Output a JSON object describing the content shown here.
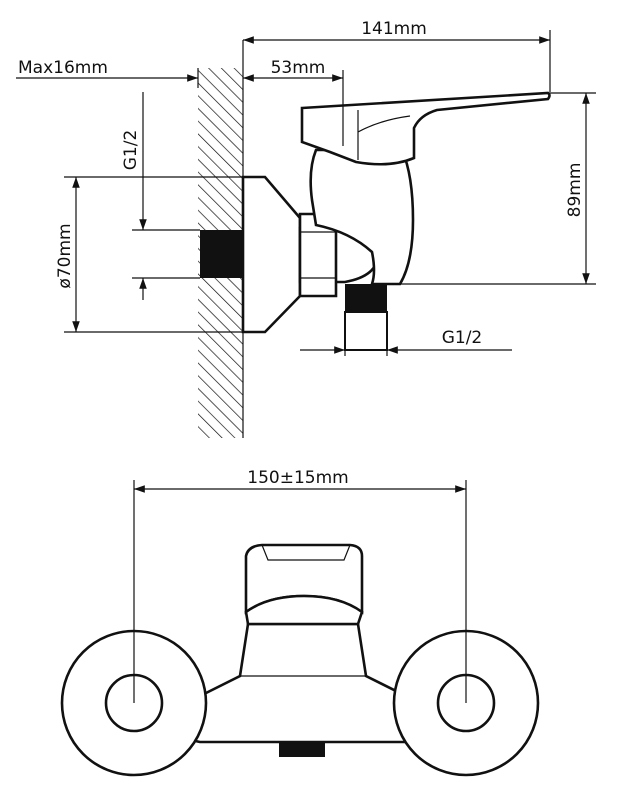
{
  "drawing": {
    "side_view": {
      "width_label": "141mm",
      "offset_label": "53mm",
      "wall_label": "Max16mm",
      "height_label": "89mm",
      "inlet_label": "G1/2",
      "outlet_label": "G1/2",
      "flange_label": "ø70mm"
    },
    "front_view": {
      "spacing_label": "150±15mm"
    }
  }
}
